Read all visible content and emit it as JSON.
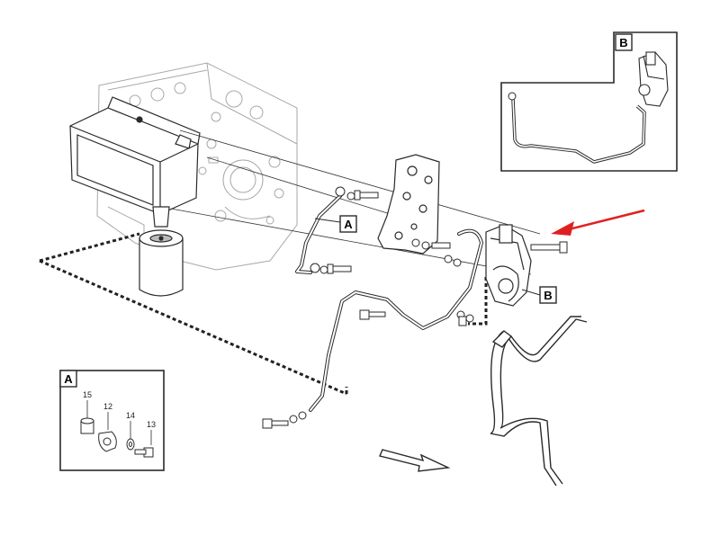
{
  "callouts": {
    "a_main": "A",
    "b_main": "B",
    "b_detail": "B",
    "a_detail": "A"
  },
  "detail_a_parts": [
    {
      "number": "15",
      "name": "spacer"
    },
    {
      "number": "12",
      "name": "clip"
    },
    {
      "number": "14",
      "name": "washer"
    },
    {
      "number": "13",
      "name": "bolt"
    }
  ],
  "colors": {
    "line": "#2a2a2a",
    "ghost": "#9a9a9a",
    "arrow": "#e02020",
    "background": "#ffffff"
  }
}
